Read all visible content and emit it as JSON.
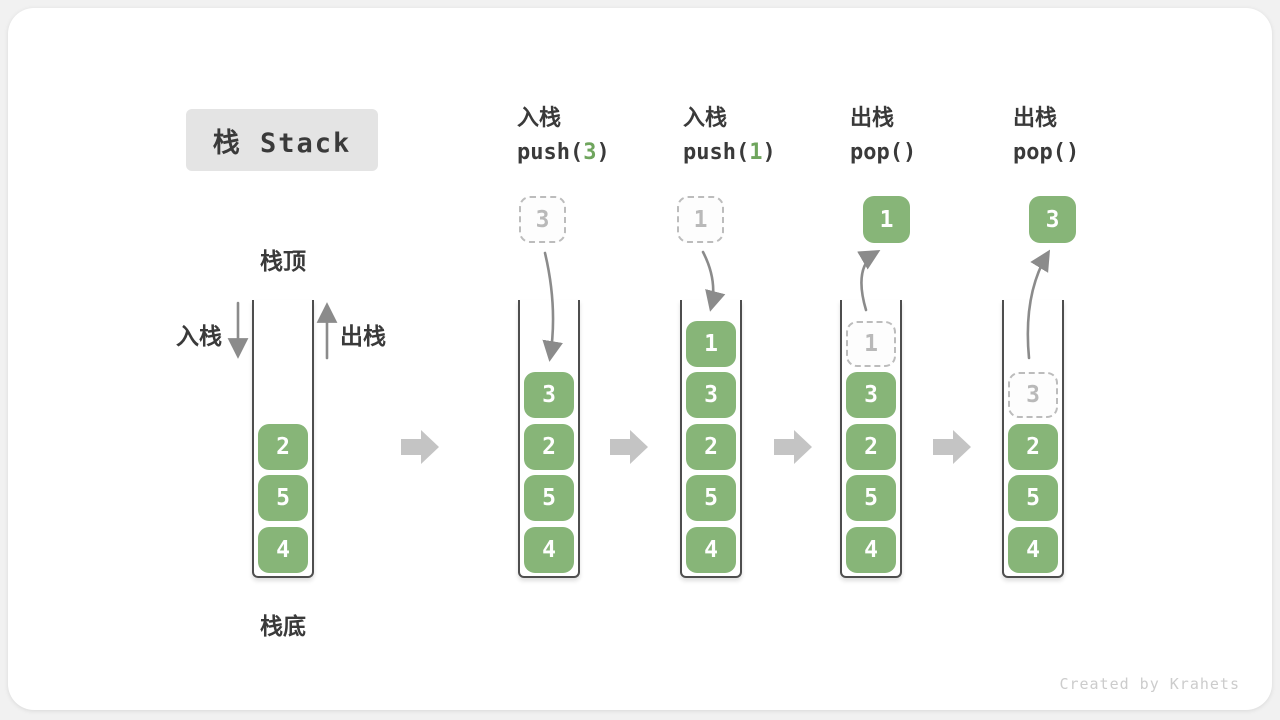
{
  "page": {
    "title_box": "栈 Stack",
    "watermark": "Created by Krahets"
  },
  "labels": {
    "stack_top": "栈顶",
    "stack_bottom": "栈底",
    "push_side": "入栈",
    "pop_side": "出栈"
  },
  "colors": {
    "box_green": "#87b578",
    "arg_green": "#6fa55d",
    "text_dark": "#3a3a3a",
    "title_bg": "#e4e4e4",
    "arrow_gray": "#8b8b8b",
    "block_arrow_gray": "#c4c4c4",
    "ghost_gray": "#bcbcbc",
    "watermark_gray": "#cccccc"
  },
  "columns": [
    {
      "name": "initial-stack",
      "stack": [
        {
          "v": "2"
        },
        {
          "v": "5"
        },
        {
          "v": "4"
        }
      ]
    },
    {
      "name": "after-push-3",
      "header": {
        "op": "入栈",
        "code_pre": "push(",
        "code_arg": "3",
        "code_post": ")"
      },
      "float": {
        "value": "3",
        "variant": "ghost"
      },
      "stack": [
        {
          "v": "3"
        },
        {
          "v": "2"
        },
        {
          "v": "5"
        },
        {
          "v": "4"
        }
      ]
    },
    {
      "name": "after-push-1",
      "header": {
        "op": "入栈",
        "code_pre": "push(",
        "code_arg": "1",
        "code_post": ")"
      },
      "float": {
        "value": "1",
        "variant": "ghost"
      },
      "stack": [
        {
          "v": "1"
        },
        {
          "v": "3"
        },
        {
          "v": "2"
        },
        {
          "v": "5"
        },
        {
          "v": "4"
        }
      ]
    },
    {
      "name": "after-pop-1",
      "header": {
        "op": "出栈",
        "code_pre": "pop()",
        "code_arg": "",
        "code_post": ""
      },
      "float": {
        "value": "1",
        "variant": "solid"
      },
      "stack": [
        {
          "v": "1",
          "ghost": true
        },
        {
          "v": "3"
        },
        {
          "v": "2"
        },
        {
          "v": "5"
        },
        {
          "v": "4"
        }
      ]
    },
    {
      "name": "after-pop-3",
      "header": {
        "op": "出栈",
        "code_pre": "pop()",
        "code_arg": "",
        "code_post": ""
      },
      "float": {
        "value": "3",
        "variant": "solid"
      },
      "stack": [
        {
          "v": "3",
          "ghost": true
        },
        {
          "v": "2"
        },
        {
          "v": "5"
        },
        {
          "v": "4"
        }
      ]
    }
  ]
}
